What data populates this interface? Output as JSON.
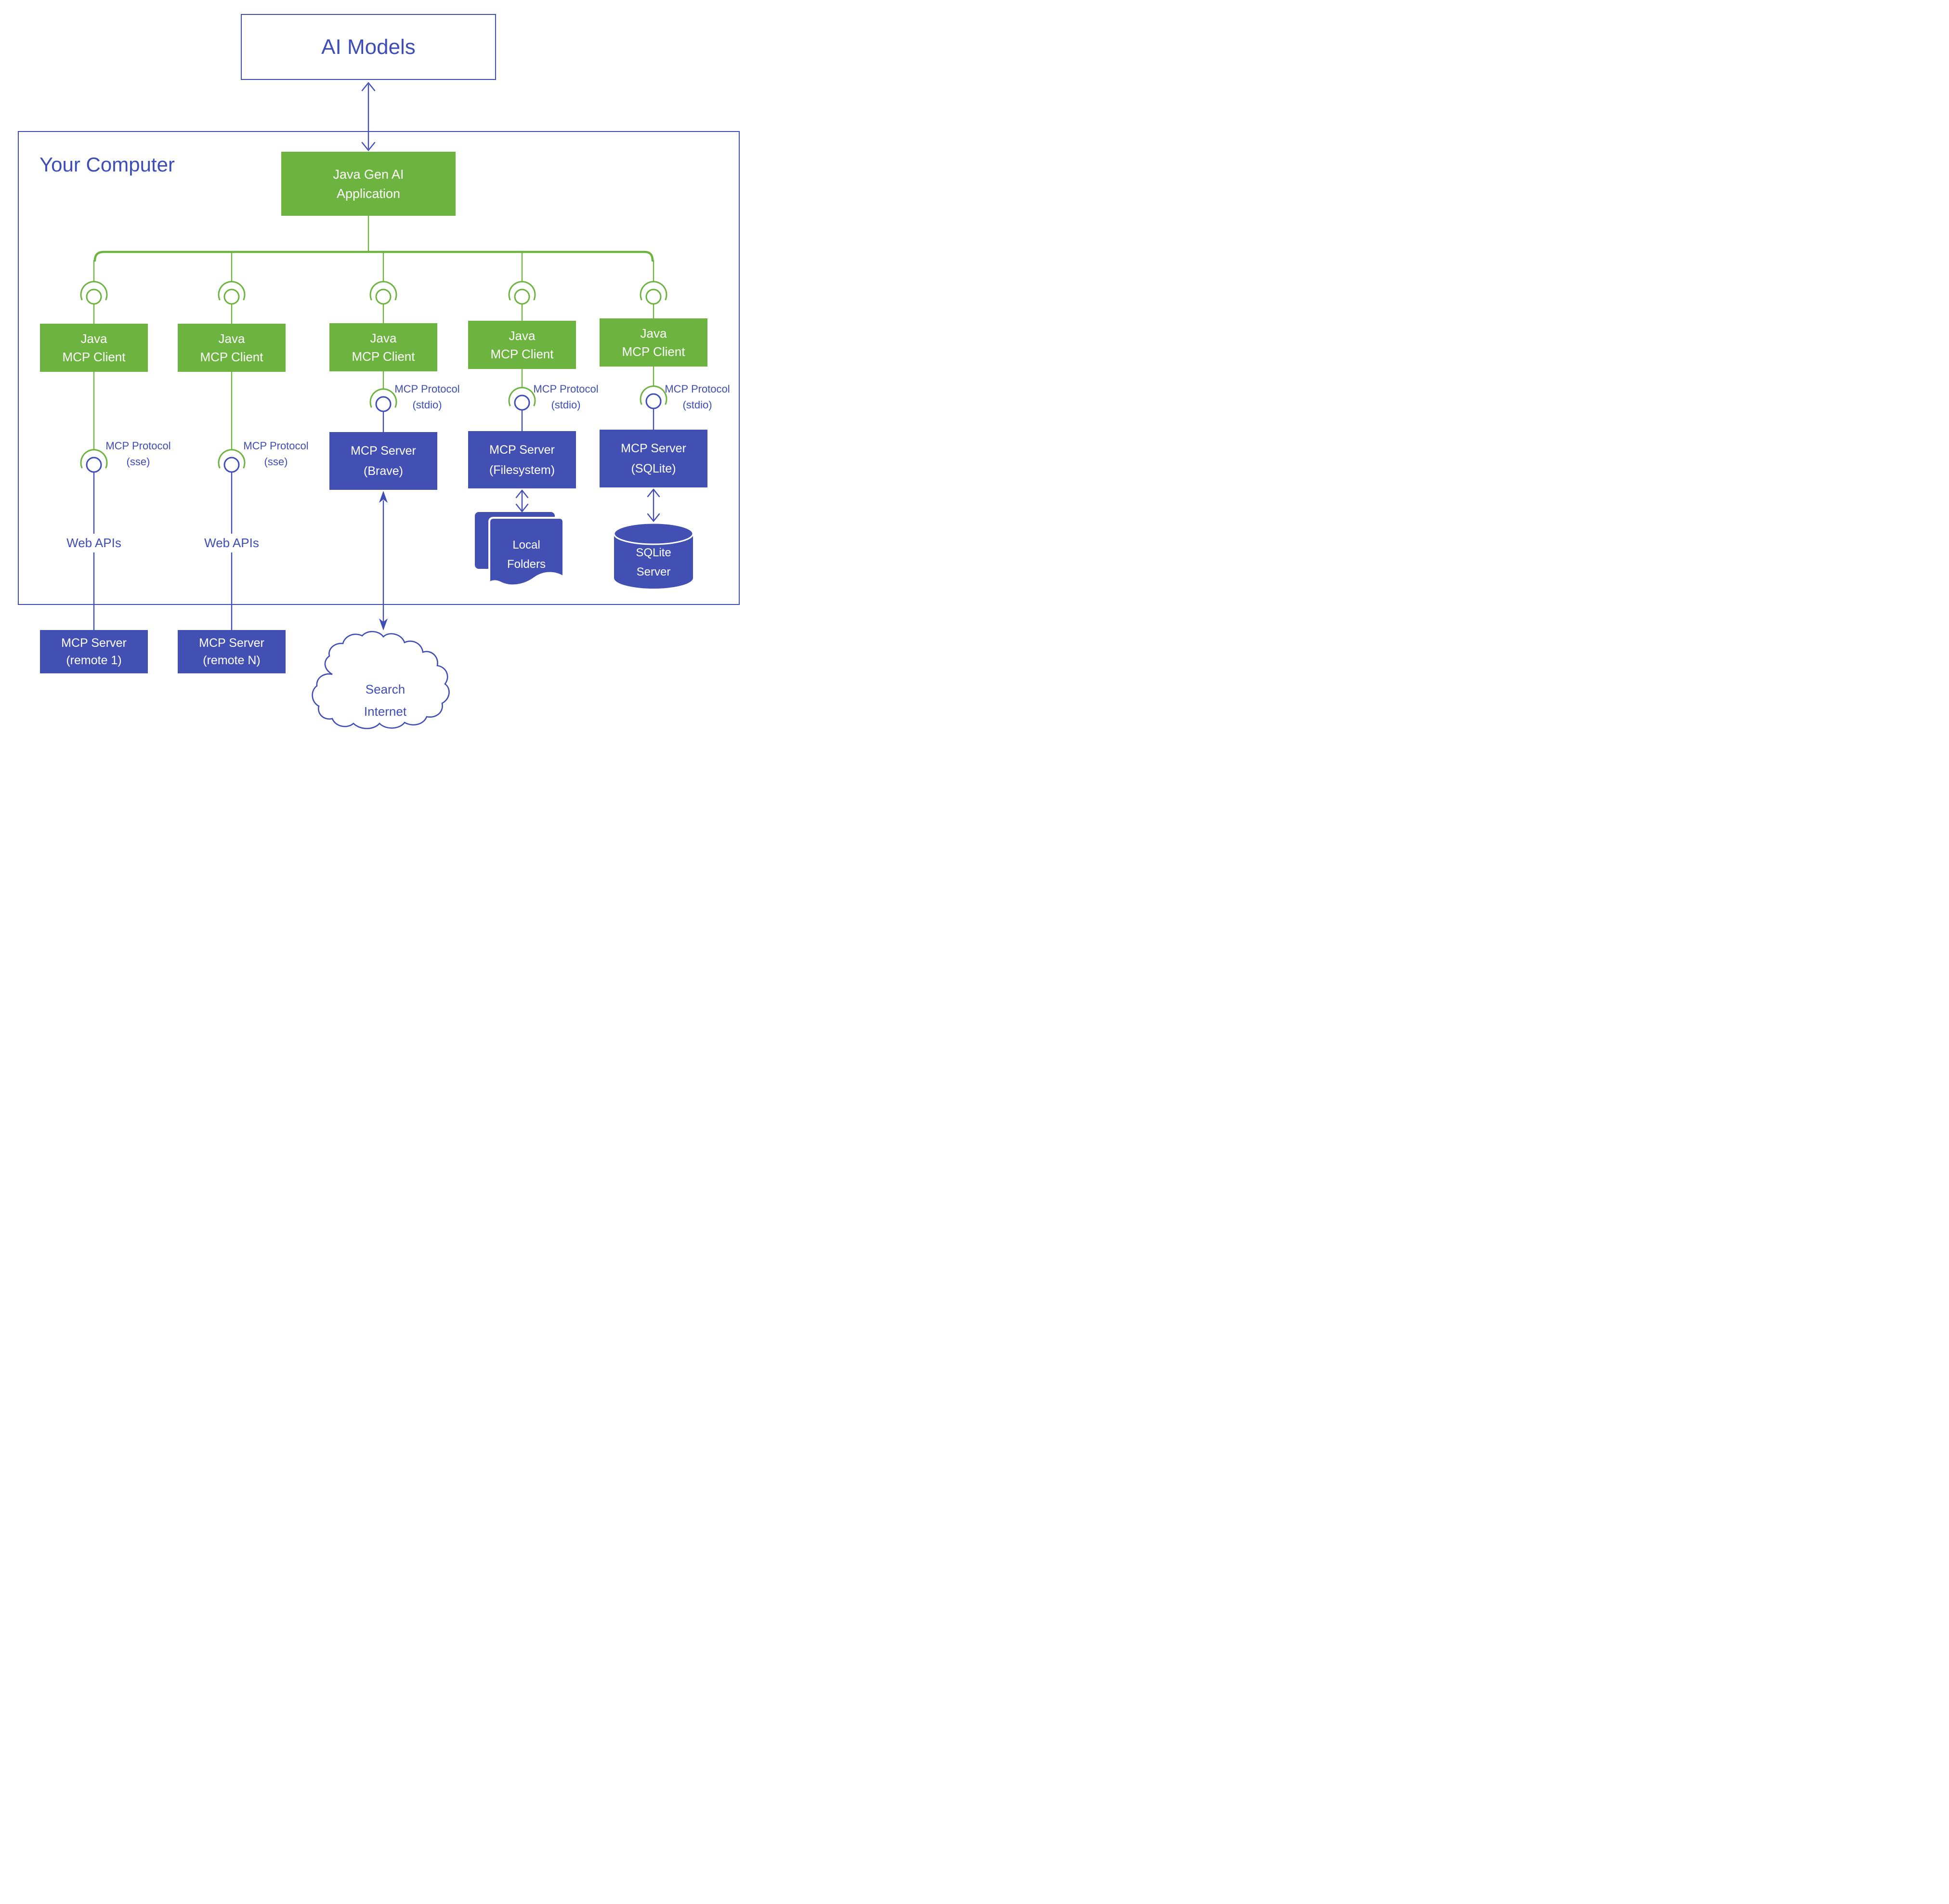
{
  "colors": {
    "green": "#6DB33F",
    "indigo": "#3E4DB8",
    "indigo_fill": "#4150B2"
  },
  "ai_models": {
    "label": "AI Models"
  },
  "your_computer": {
    "label": "Your Computer"
  },
  "application": {
    "line1": "Java Gen AI",
    "line2": "Application"
  },
  "clients": [
    {
      "line1": "Java",
      "line2": "MCP Client"
    },
    {
      "line1": "Java",
      "line2": "MCP Client"
    },
    {
      "line1": "Java",
      "line2": "MCP Client"
    },
    {
      "line1": "Java",
      "line2": "MCP Client"
    },
    {
      "line1": "Java",
      "line2": "MCP Client"
    }
  ],
  "protocols": [
    {
      "line1": "MCP Protocol",
      "line2": "(sse)"
    },
    {
      "line1": "MCP Protocol",
      "line2": "(sse)"
    },
    {
      "line1": "MCP Protocol",
      "line2": "(stdio)"
    },
    {
      "line1": "MCP Protocol",
      "line2": "(stdio)"
    },
    {
      "line1": "MCP Protocol",
      "line2": "(stdio)"
    }
  ],
  "web_apis": [
    {
      "label": "Web APIs"
    },
    {
      "label": "Web APIs"
    }
  ],
  "servers": [
    {
      "line1": "MCP Server",
      "line2": "(Brave)"
    },
    {
      "line1": "MCP Server",
      "line2": "(Filesystem)"
    },
    {
      "line1": "MCP Server",
      "line2": "(SQLite)"
    }
  ],
  "remote_servers": [
    {
      "line1": "MCP Server",
      "line2": "(remote 1)"
    },
    {
      "line1": "MCP Server",
      "line2": "(remote N)"
    }
  ],
  "cloud": {
    "line1": "Search",
    "line2": "Internet"
  },
  "local_folders": {
    "line1": "Local",
    "line2": "Folders"
  },
  "sqlite_database": {
    "line1": "SQLite",
    "line2": "Server"
  }
}
